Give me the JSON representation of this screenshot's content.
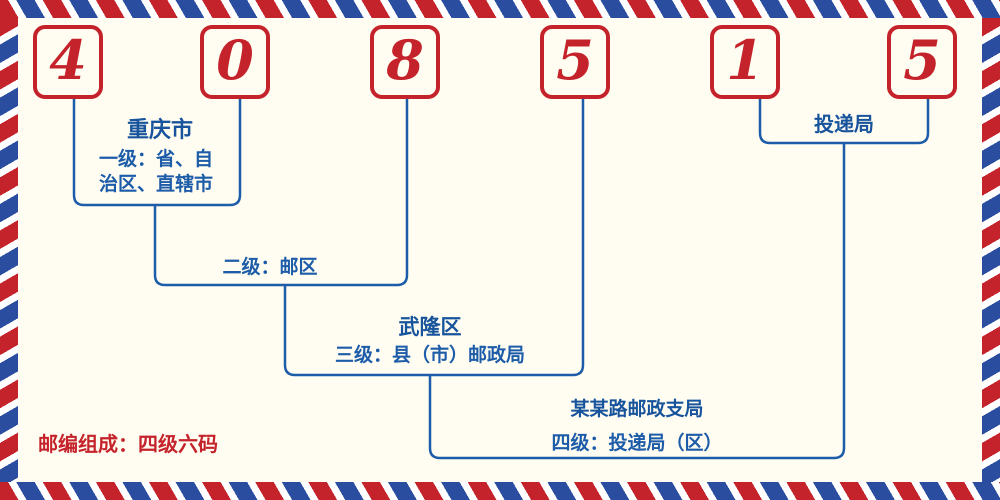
{
  "digits": [
    "4",
    "0",
    "8",
    "5",
    "1",
    "5"
  ],
  "annotations": {
    "level1": {
      "name": "重庆市",
      "desc_line1": "一级：省、自",
      "desc_line2": "治区、直辖市"
    },
    "level2": {
      "desc": "二级：邮区"
    },
    "level3": {
      "name": "武隆区",
      "desc": "三级：县（市）邮政局"
    },
    "level4": {
      "name": "某某路邮政支局",
      "desc": "四级：投递局（区）"
    },
    "delivery_office": {
      "name": "投递局"
    }
  },
  "footer": {
    "text": "邮编组成：四级六码"
  },
  "colors": {
    "digit_red": "#c5232b",
    "label_blue": "#1d5ca8",
    "line_blue": "#1d5ca8",
    "stripe_red": "#c5232b",
    "stripe_blue": "#2b4da0",
    "background": "#fffdf2"
  }
}
